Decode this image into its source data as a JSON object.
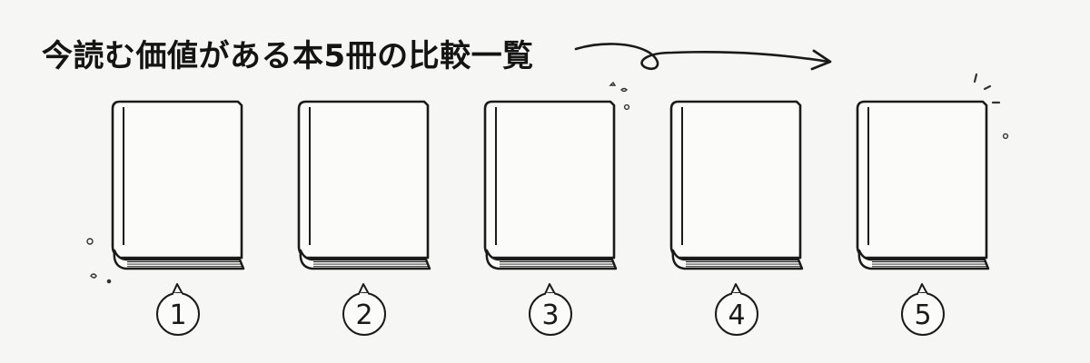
{
  "title": "今読む価値がある本5冊の比較一覧",
  "books": [
    {
      "number": "1"
    },
    {
      "number": "2"
    },
    {
      "number": "3"
    },
    {
      "number": "4"
    },
    {
      "number": "5"
    }
  ],
  "colors": {
    "background": "#f6f6f4",
    "ink": "#1a1a1a",
    "cover": "#fbfbfa"
  },
  "icons": {
    "arrow": "curly-arrow-right-icon",
    "book": "book-icon",
    "badge": "speech-bubble-icon"
  }
}
